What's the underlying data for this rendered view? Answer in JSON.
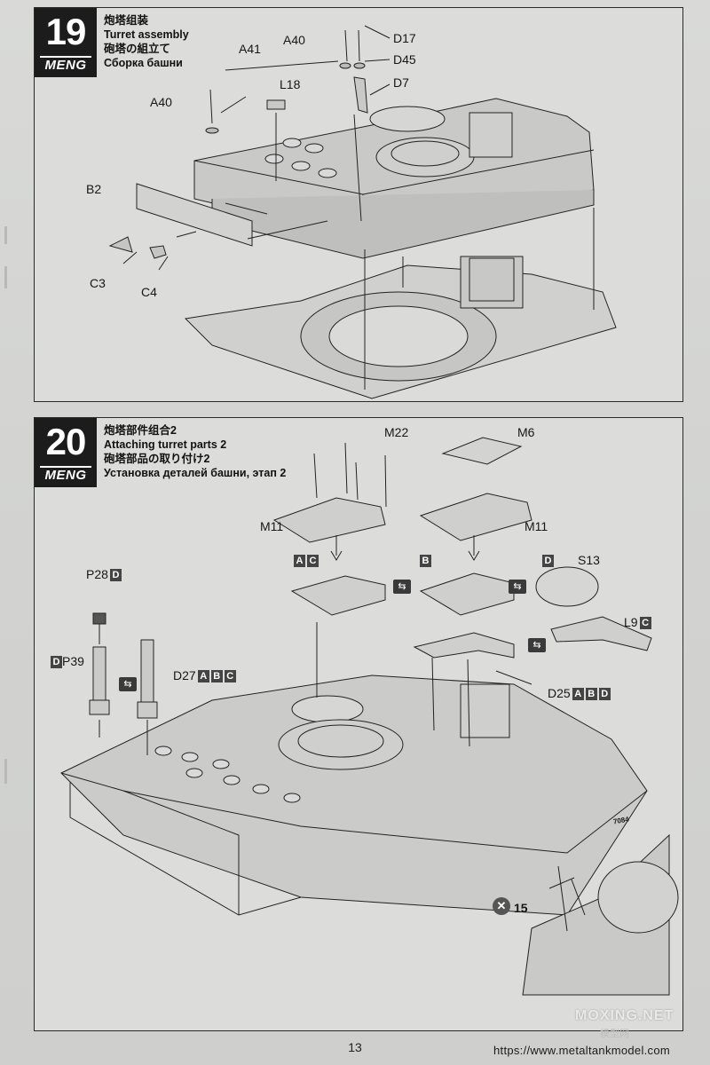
{
  "steps": [
    {
      "number": "19",
      "brand": "MENG",
      "title_cn": "炮塔组装",
      "title_en": "Turret assembly",
      "title_jp": "砲塔の組立て",
      "title_ru": "Сборка башни",
      "labels": {
        "a40_top": "A40",
        "d17": "D17",
        "a41": "A41",
        "d45": "D45",
        "l18": "L18",
        "d7": "D7",
        "a40_left": "A40",
        "b2": "B2",
        "c3": "C3",
        "c4": "C4"
      }
    },
    {
      "number": "20",
      "brand": "MENG",
      "title_cn": "炮塔部件组合2",
      "title_en": "Attaching turret parts 2",
      "title_jp": "砲塔部品の取り付け2",
      "title_ru": "Установка деталей башни, этап 2",
      "labels": {
        "m22": "M22",
        "m6": "M6",
        "m11_left": "M11",
        "m11_right": "M11",
        "s13": "S13",
        "p28": "P28",
        "p39": "P39",
        "d27": "D27",
        "l9": "L9",
        "d25": "D25",
        "x15": "15"
      },
      "variant_tags": {
        "ac_a": "A",
        "ac_c": "C",
        "b": "B",
        "d": "D",
        "p28_d": "D",
        "p39_d": "D",
        "d27_a": "A",
        "d27_b": "B",
        "d27_c": "C",
        "l9_c": "C",
        "d25_a": "A",
        "d25_b": "B",
        "d25_d": "D"
      },
      "hull_marking": "7084"
    }
  ],
  "icons": [
    "swap-icon",
    "cut-icon",
    "arrow-down-icon"
  ],
  "page_number": "13",
  "watermark": "MOXING.NET",
  "watermark_sub": "模型网",
  "url": "https://www.metaltankmodel.com",
  "colors": {
    "ink": "#161616",
    "badge": "#1c1c1c",
    "paper": "#d9dad8"
  }
}
